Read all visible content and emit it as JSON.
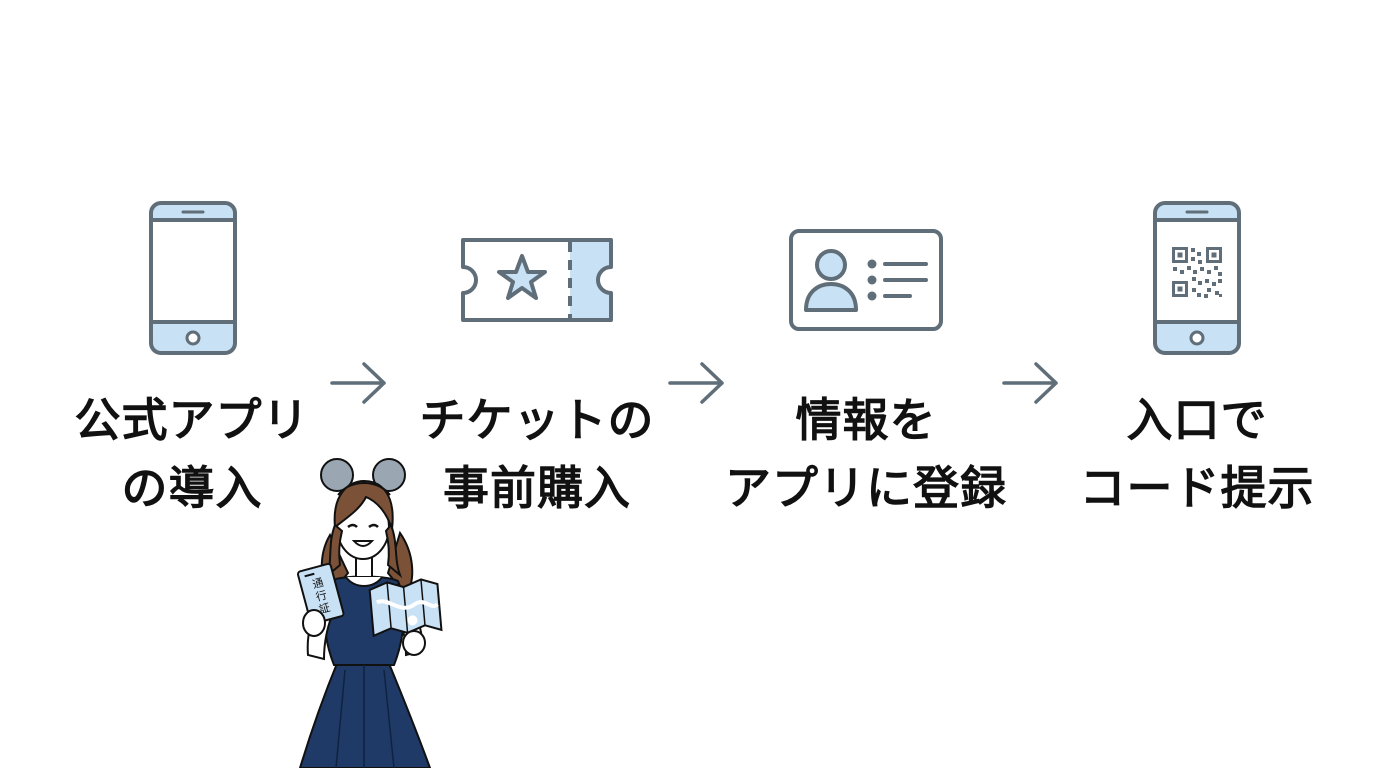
{
  "colors": {
    "outline": "#5f6e78",
    "fill_light": "#c8e1f5",
    "text": "#111111",
    "dress": "#1f3a66",
    "hair": "#7b5238"
  },
  "steps": [
    {
      "icon": "smartphone-icon",
      "line1": "公式アプリ",
      "line2": "の導入"
    },
    {
      "icon": "star-ticket-icon",
      "line1": "チケットの",
      "line2": "事前購入"
    },
    {
      "icon": "id-card-icon",
      "line1": "情報を",
      "line2": "アプリに登録"
    },
    {
      "icon": "qr-phone-icon",
      "line1": "入口で",
      "line2": "コード提示"
    }
  ],
  "arrows": [
    "right-arrow-icon",
    "right-arrow-icon",
    "right-arrow-icon"
  ],
  "illustration": {
    "subject": "woman-with-mouse-ears",
    "pass_text": "通行証"
  }
}
